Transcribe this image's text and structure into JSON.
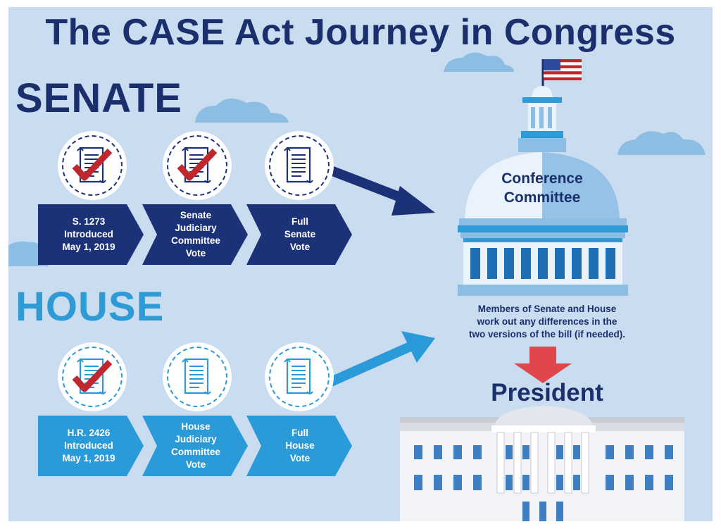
{
  "title": "The CASE Act Journey in Congress",
  "senate": {
    "heading": "SENATE",
    "color": "#1b3278",
    "steps": [
      {
        "label": "S. 1273\nIntroduced\nMay 1, 2019",
        "icon": "document-checked-icon",
        "completed": true
      },
      {
        "label": "Senate\nJudiciary\nCommittee\nVote",
        "icon": "document-checked-icon",
        "completed": true
      },
      {
        "label": "Full\nSenate\nVote",
        "icon": "document-icon",
        "completed": false
      }
    ]
  },
  "house": {
    "heading": "HOUSE",
    "color": "#2a9ad8",
    "steps": [
      {
        "label": "H.R. 2426\nIntroduced\nMay 1, 2019",
        "icon": "document-checked-icon",
        "completed": true
      },
      {
        "label": "House\nJudiciary\nCommittee\nVote",
        "icon": "document-icon",
        "completed": false
      },
      {
        "label": "Full\nHouse\nVote",
        "icon": "document-icon",
        "completed": false
      }
    ]
  },
  "conference": {
    "label": "Conference\nCommittee",
    "description": "Members of Senate and House\nwork out any differences in the\ntwo versions of the bill (if needed)."
  },
  "president": {
    "label": "President"
  },
  "colors": {
    "background": "#c9dcf0",
    "navy": "#1a2f6b",
    "light_blue": "#2e9bd6",
    "check_red": "#c0272d",
    "arrow_red": "#e0474c"
  }
}
